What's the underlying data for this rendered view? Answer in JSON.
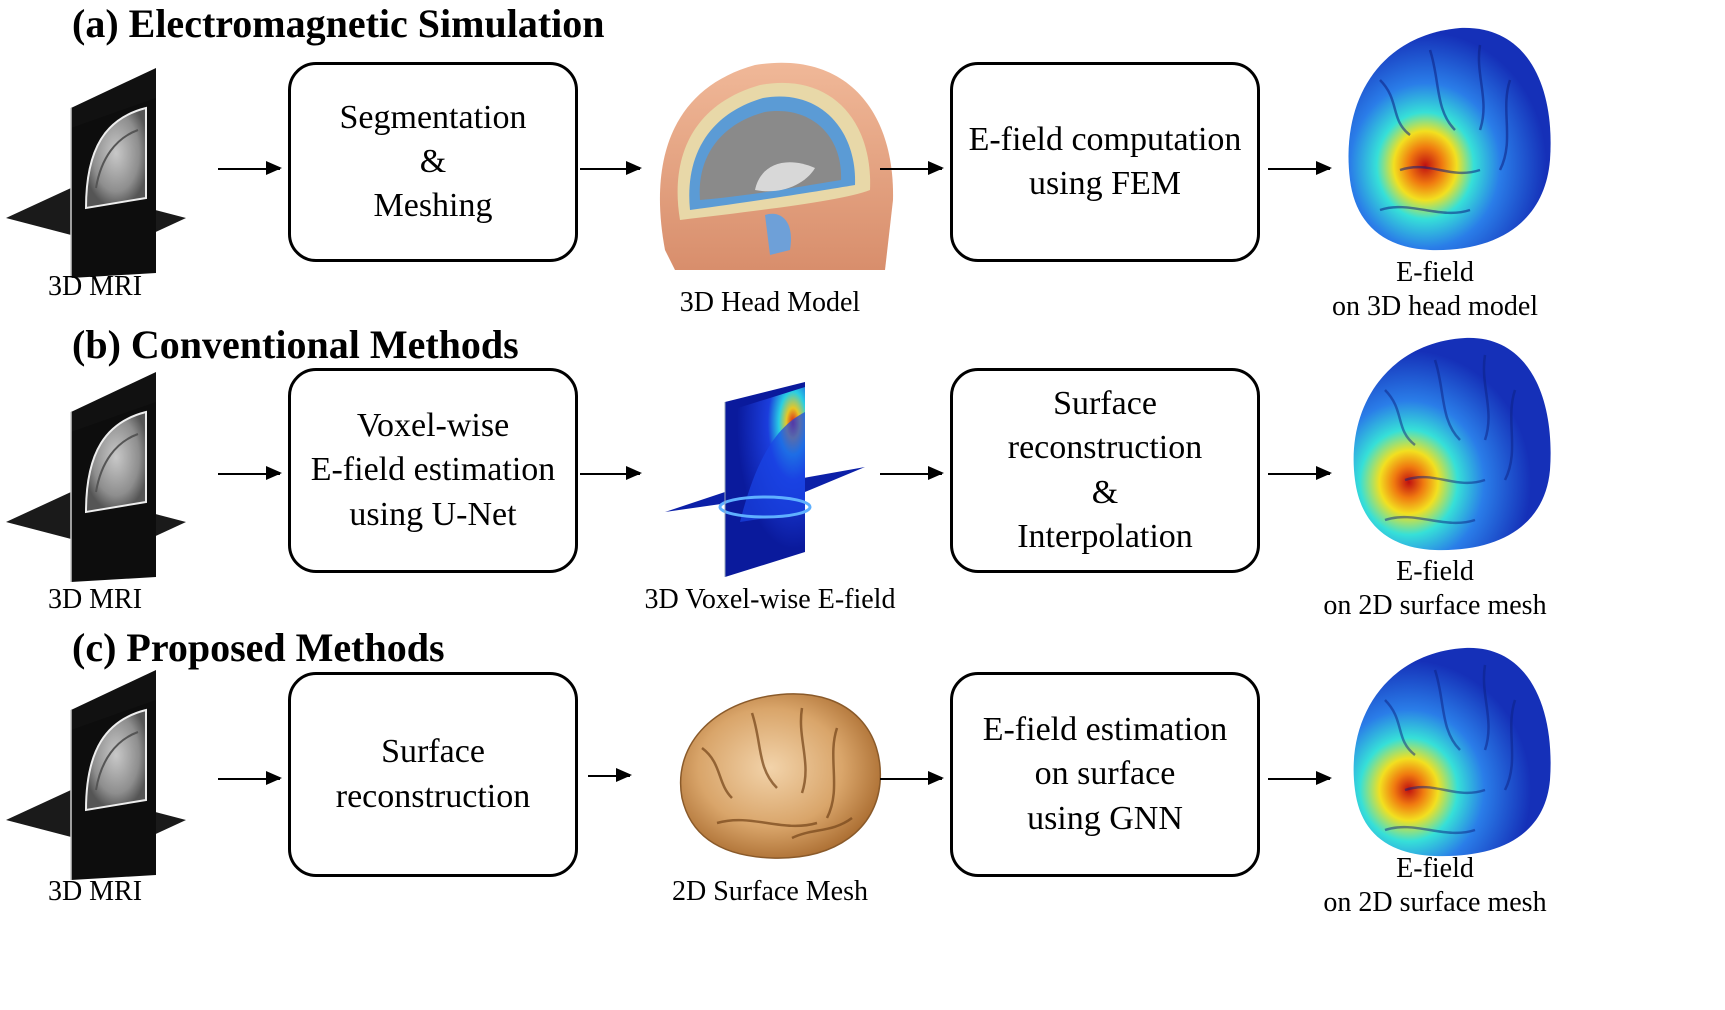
{
  "rows": [
    {
      "title": "(a) Electromagnetic Simulation",
      "input_caption": "3D MRI",
      "step1": "Segmentation\n&\nMeshing",
      "middle_caption": "3D Head Model",
      "step2": "E-field computation\nusing FEM",
      "output_caption": "E-field\non 3D head model"
    },
    {
      "title": "(b) Conventional Methods",
      "input_caption": "3D MRI",
      "step1": "Voxel-wise\nE-field estimation\nusing U-Net",
      "middle_caption": "3D Voxel-wise E-field",
      "step2": "Surface\nreconstruction\n&\nInterpolation",
      "output_caption": "E-field\non 2D surface mesh"
    },
    {
      "title": "(c) Proposed Methods",
      "input_caption": "3D MRI",
      "step1": "Surface\nreconstruction",
      "middle_caption": "2D Surface Mesh",
      "step2": "E-field estimation\non surface\nusing GNN",
      "output_caption": "E-field\non 2D surface mesh"
    }
  ],
  "colors": {
    "mri_dark": "#111111",
    "mri_brain": "#9a9a9a",
    "head_skin": "#e8a888",
    "head_csf": "#5b9bd5",
    "head_brain": "#8a8a8a",
    "voxel_blue": "#0a1a9c",
    "surface_mesh": "#d7a66f",
    "efield_low": "#1f3fd6",
    "efield_mid": "#1ad4e8",
    "efield_high": "#e8261a"
  }
}
